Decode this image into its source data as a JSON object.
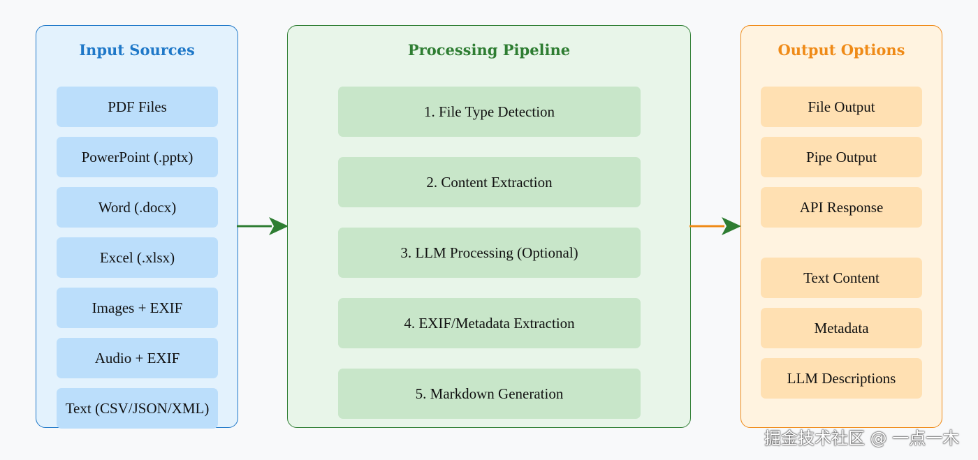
{
  "input": {
    "title": "Input Sources",
    "items": [
      "PDF Files",
      "PowerPoint (.pptx)",
      "Word (.docx)",
      "Excel (.xlsx)",
      "Images + EXIF",
      "Audio + EXIF",
      "Text (CSV/JSON/XML)"
    ]
  },
  "processing": {
    "title": "Processing Pipeline",
    "steps": [
      "1. File Type Detection",
      "2. Content Extraction",
      "3. LLM Processing (Optional)",
      "4. EXIF/Metadata Extraction",
      "5. Markdown Generation"
    ]
  },
  "output": {
    "title": "Output Options",
    "items": [
      "File Output",
      "Pipe Output",
      "API Response",
      "Text Content",
      "Metadata",
      "LLM Descriptions"
    ]
  },
  "watermark": "掘金技术社区 @ 一点一木",
  "colors": {
    "input_border": "#1f78c8",
    "processing_border": "#2e7d32",
    "output_border": "#ef8a17",
    "arrow_in": "#2e7d32",
    "arrow_out": "#ef8a17"
  }
}
